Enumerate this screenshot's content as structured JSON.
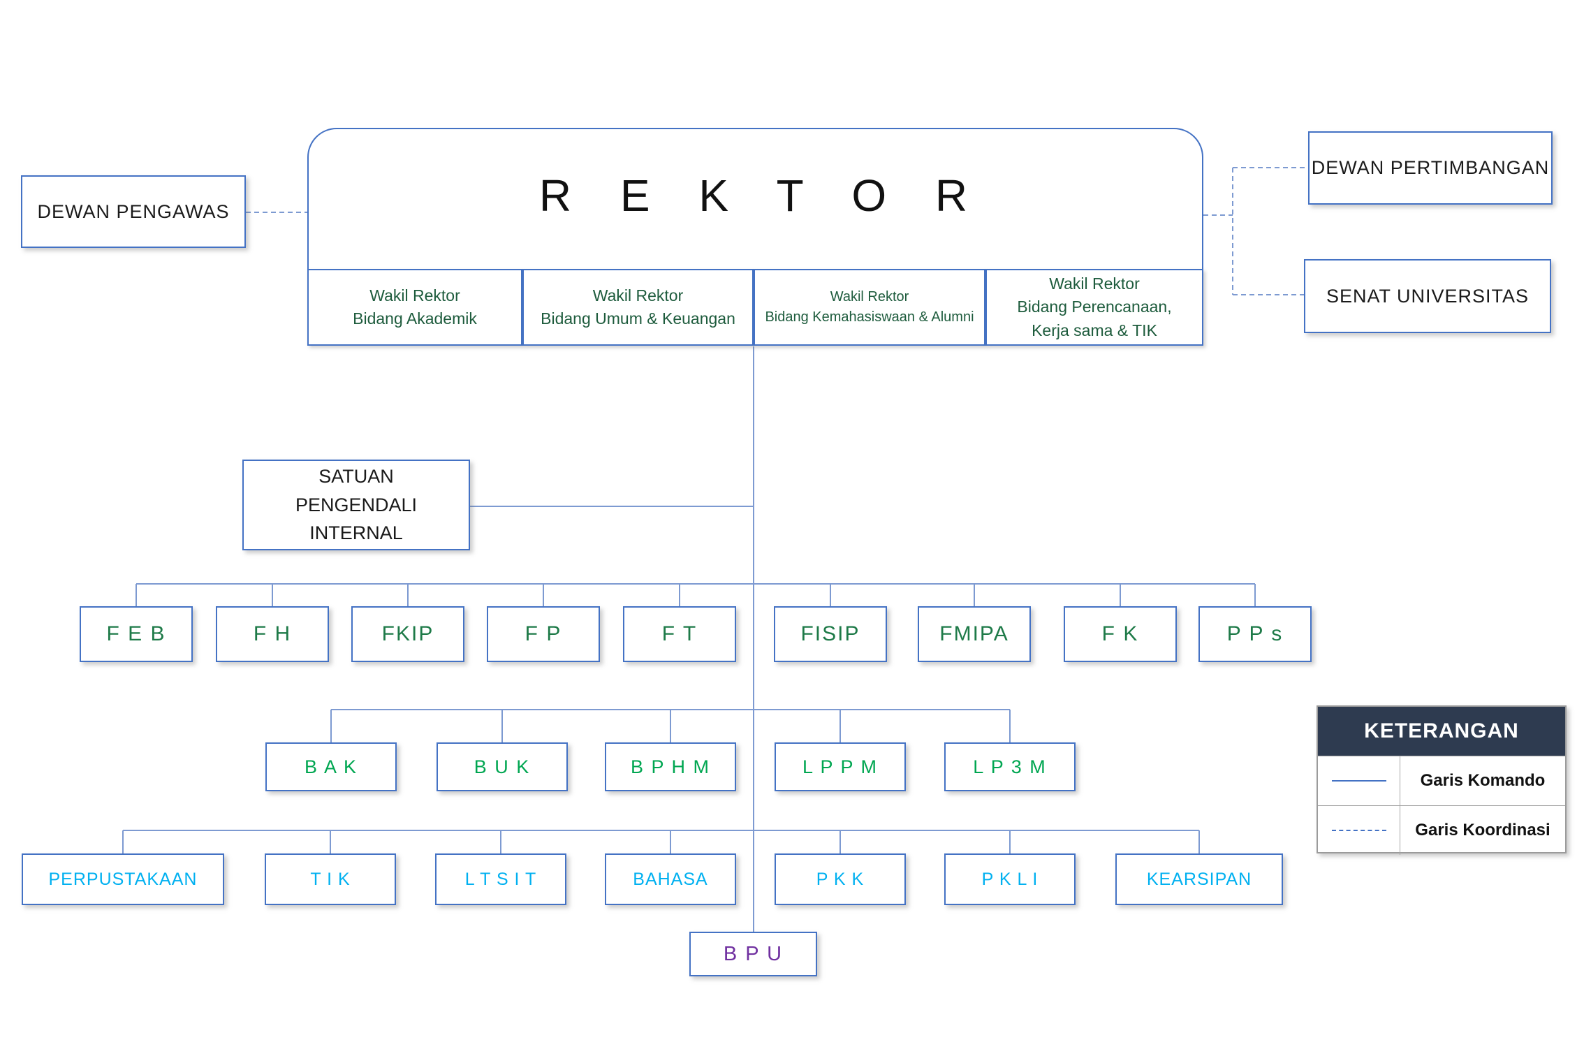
{
  "org": {
    "dewan_pengawas": "DEWAN PENGAWAS",
    "rektor": "R E K T O R",
    "dewan_pertimbangan": "DEWAN PERTIMBANGAN",
    "senat_universitas": "SENAT UNIVERSITAS",
    "satuan_pengendali_internal": "SATUAN PENGENDALI INTERNAL",
    "wakil_rektor": [
      {
        "title": "Wakil Rektor",
        "bidang": "Bidang Akademik"
      },
      {
        "title": "Wakil Rektor",
        "bidang": "Bidang Umum & Keuangan"
      },
      {
        "title": "Wakil Rektor",
        "bidang": "Bidang Kemahasiswaan & Alumni"
      },
      {
        "title": "Wakil Rektor",
        "bidang": "Bidang Perencanaan, Kerja sama & TIK"
      }
    ],
    "fakultas": [
      "F E B",
      "F H",
      "FKIP",
      "F P",
      "F T",
      "FISIP",
      "FMIPA",
      "F K",
      "P P s"
    ],
    "biro_lembaga": [
      "B A K",
      "B U K",
      "B P H M",
      "L P P M",
      "L P 3 M"
    ],
    "upt": [
      "PERPUSTAKAAN",
      "T I K",
      "L T S I T",
      "BAHASA",
      "P K K",
      "P K L I",
      "KEARSIPAN"
    ],
    "bpu": "B P U",
    "legend": {
      "title": "KETERANGAN",
      "items": [
        {
          "label": "Garis Komando",
          "line_style": "solid"
        },
        {
          "label": "Garis Koordinasi",
          "line_style": "dashed"
        }
      ]
    },
    "colors": {
      "box_border_blue": "#4472C4",
      "connector_blue": "#7D9AD1",
      "wakil_dark_green": "#1D5B3C",
      "fakultas_green": "#1E7A48",
      "biro_bright_green": "#00A651",
      "upt_cyan": "#00B0F0",
      "bpu_purple": "#7030A0",
      "legend_header_bg": "#2E3B50"
    }
  }
}
